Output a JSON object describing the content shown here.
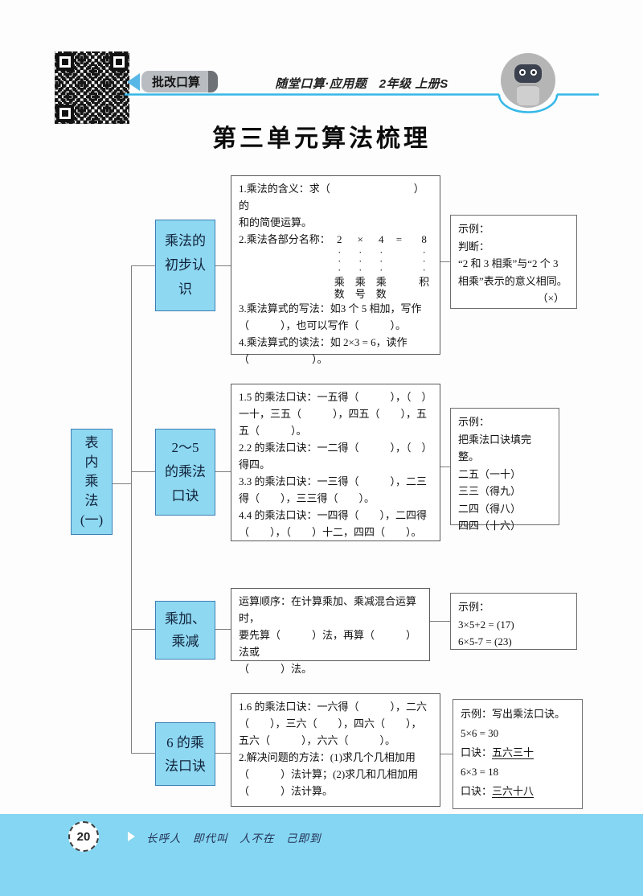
{
  "header": {
    "badge": "批改口算",
    "subtitle": "随堂口算·应用题　2年级 上册S"
  },
  "title": "第三单元算法梳理",
  "tree": {
    "root": "表\n内\n乘\n法\n(一)",
    "branch1": "乘法的\n初步认\n识",
    "branch2": "2～5\n的乘法\n口诀",
    "branch3": "乘加、\n乘减",
    "branch4": "6 的乘\n法口诀"
  },
  "content1": {
    "top": "1.乘法的含义：求（　　　　　　　　）的\n和的简便运算。",
    "name_label": "2.乘法各部分名称：",
    "equation": {
      "terms": [
        "2",
        "×",
        "4",
        "=",
        "8"
      ],
      "labels": [
        "乘数",
        "乘号",
        "乘数",
        "积"
      ],
      "dots": "·\n·\n·"
    },
    "bottom": "3.乘法算式的写法：如3 个 5 相加，写作\n（　　　），也可以写作（　　　）。\n4.乘法算式的读法：如 2×3 = 6，读作\n（　　　　　　）。"
  },
  "content2": "1.5 的乘法口诀：一五得（　　　），（　）\n一十，三五（　　　），四五（　　），五\n五（　　　）。\n2.2 的乘法口诀：一二得（　　　），（　）\n得四。\n3.3 的乘法口诀：一三得（　　　），二三\n得（　　），三三得（　　）。\n4.4 的乘法口诀：一四得（　　），二四得\n（　　），（　　）十二，四四（　　）。",
  "content3": "运算顺序：在计算乘加、乘减混合运算时，\n要先算（　　　）法，再算（　　　）法或\n（　　　）法。",
  "content4": "1.6 的乘法口诀：一六得（　　　），二六\n（　　），三六（　　），四六（　　），\n五六（　　　），六六（　　　）。\n2.解决问题的方法：(1)求几个几相加用\n（　　　）法计算；(2)求几和几相加用\n（　　　）法计算。",
  "example1": {
    "lines": "示例：\n判断：\n“2 和 3 相乘”与“2 个 3\n相乘”表示的意义相同。",
    "verdict": "（×）"
  },
  "example2": "示例：\n把乘法口诀填完整。\n二五（一十）\n三三（得九）\n二四（得八）\n四四（十六）",
  "example3": "示例：\n3×5+2 = (17)\n6×5-7 = (23)",
  "example4": {
    "r0": "示例：写出乘法口诀。",
    "r1": "5×6 = 30",
    "r2_label": "口诀：",
    "r2_u": "五六三十",
    "r3": "6×3 = 18",
    "r4_label": "口诀：",
    "r4_u": "三六十八"
  },
  "footer": {
    "page": "20",
    "slogan": "长呼人　即代叫　人不在　己即到"
  },
  "colors": {
    "node_fill": "#8fd8f2",
    "node_border": "#3c7fb5",
    "header_line": "#35b8e8",
    "footer_bar": "#85d6f2"
  }
}
